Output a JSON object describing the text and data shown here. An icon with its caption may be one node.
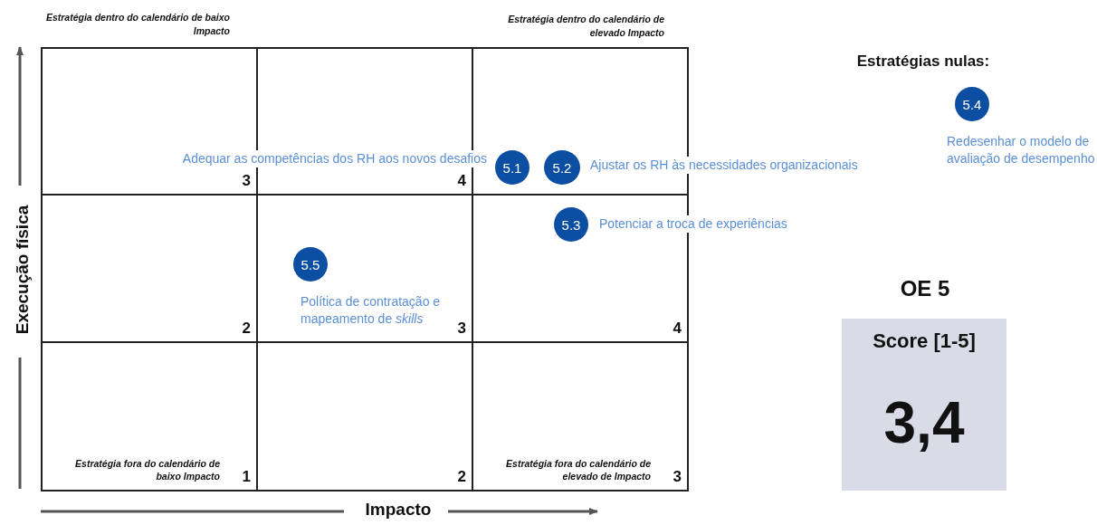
{
  "diagram": {
    "nodes": [
      {
        "text": [
          "3"
        ]
      },
      {
        "text": [
          "4"
        ]
      },
      {
        "text": [],
        "shape": "box"
      },
      {
        "text": [
          "2"
        ]
      },
      {
        "text": [
          "3"
        ]
      },
      {
        "text": [
          "4"
        ]
      },
      {
        "text": [
          "Estratégia fora do calendário de baixo Impacto",
          "1"
        ]
      },
      {
        "text": [
          "2"
        ]
      },
      {
        "text": [
          "Estratégia fora do calendário de elevado de Impacto",
          "3"
        ]
      },
      {
        "text": [
          "5.1"
        ],
        "in": 2
      },
      {
        "text": [
          "5.2"
        ],
        "beside": [
          "Ajustar os RH às necessidades organizacionais"
        ],
        "in": 2
      },
      {
        "text": [
          "5.3"
        ],
        "beside": [
          "Potenciar a troca de experiências"
        ],
        "in": 5
      },
      {
        "text": [
          "5.4"
        ],
        "beside": [
          "Redesenhar o modelo de avaliação de desempenho"
        ]
      },
      {
        "text": [
          "5.5"
        ],
        "beside": [
          "Política de contratação e mapeamento de *skills*"
        ],
        "in": 4
      },
      {
        "text": [
          "Score [1-5]",
          "3,4"
        ]
      }
    ],
    "edges": [],
    "labels": [
      "Estratégia dentro do calendário de baixo Impacto",
      "Estratégia dentro do calendário de elevado Impacto",
      "Adequar as competências dos RH aos novos desafios",
      "Estratégias nulas:",
      "Execução física",
      "Impacto",
      "OE 5"
    ]
  }
}
